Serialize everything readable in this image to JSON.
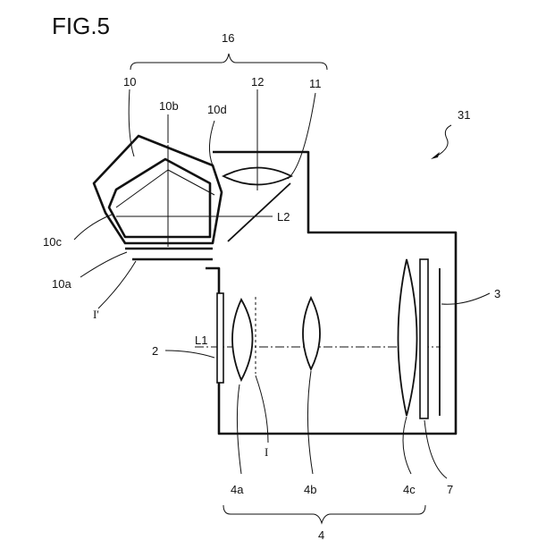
{
  "figure": {
    "title": "FIG.5",
    "labels": {
      "r16": "16",
      "r10": "10",
      "r10b": "10b",
      "r10d": "10d",
      "r12": "12",
      "r11": "11",
      "r31": "31",
      "r10c": "10c",
      "rL2": "L2",
      "r10a": "10a",
      "rIprime": "I'",
      "r3": "3",
      "r2": "2",
      "rL1": "L1",
      "rI": "I",
      "r4a": "4a",
      "r4b": "4b",
      "r4c": "4c",
      "r7": "7",
      "r4": "4"
    },
    "colors": {
      "line": "#111111",
      "background": "#ffffff"
    }
  }
}
